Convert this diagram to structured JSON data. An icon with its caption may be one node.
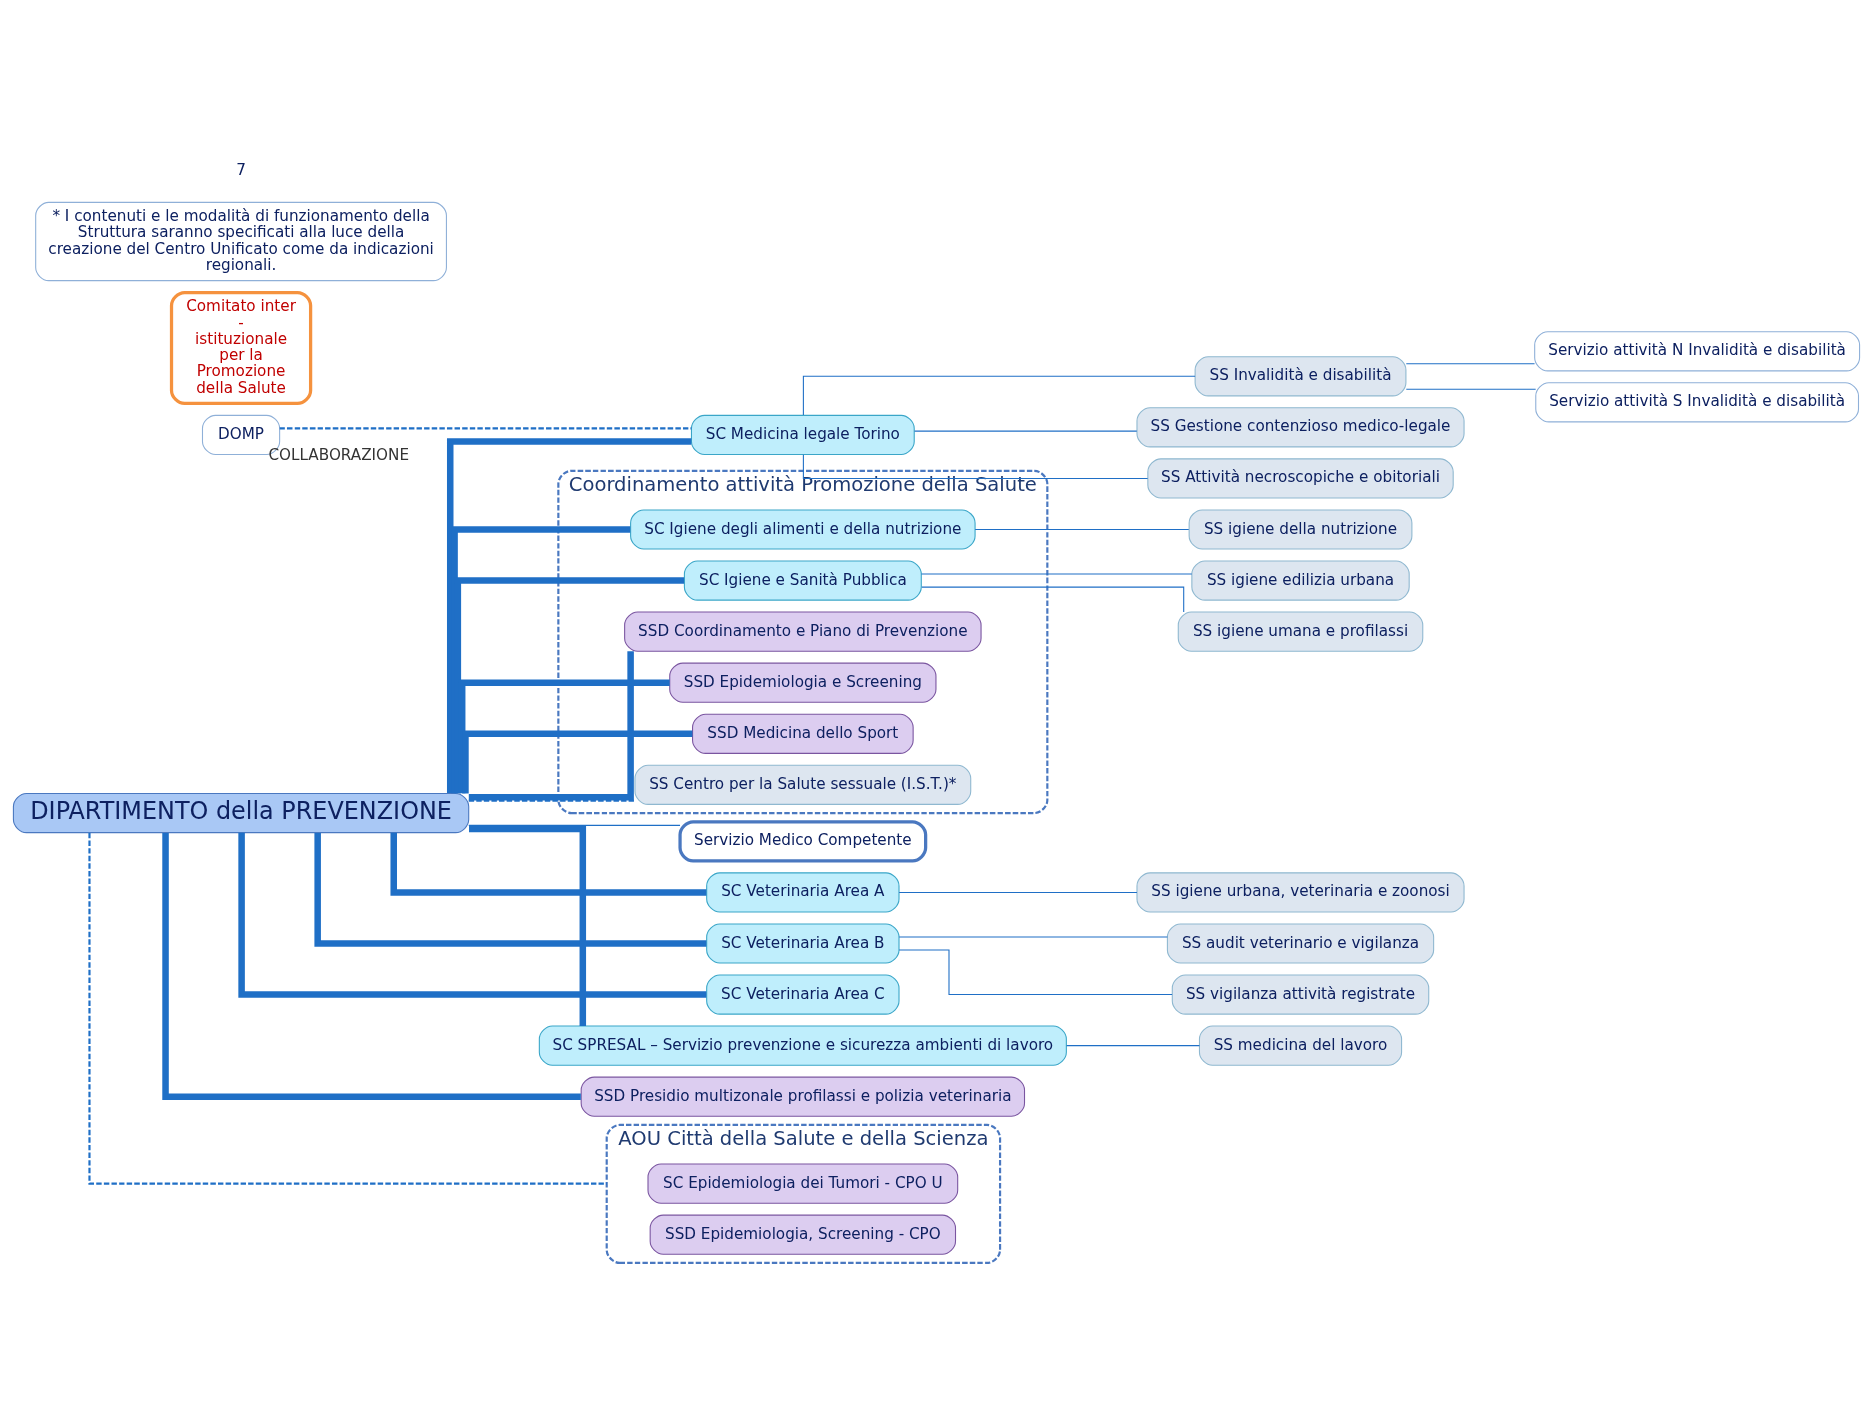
{
  "diagram": {
    "nodes": [
      {
        "text": [
          "DOMP"
        ]
      },
      {
        "text": [
          "DIPARTIMENTO della PREVENZIONE"
        ]
      },
      {
        "text": [
          "SC Medicina legale Torino"
        ]
      },
      {
        "text": [
          "SS Invalidità e disabilità"
        ]
      },
      {
        "text": [
          "SS Gestione contenzioso medico-legale"
        ]
      },
      {
        "text": [
          "SS Attività necroscopiche e obitoriali"
        ]
      },
      {
        "text": [
          "Servizio attività N Invalidità e disabilità"
        ]
      },
      {
        "text": [
          "Servizio attività S Invalidità e disabilità"
        ]
      },
      {
        "text": [
          "Coordinamento attività Promozione della Salute"
        ]
      },
      {
        "text": [
          "SC Igiene degli alimenti e della nutrizione"
        ],
        "in": 8
      },
      {
        "text": [
          "SC Igiene e Sanità Pubblica"
        ],
        "in": 8
      },
      {
        "text": [
          "SSD Coordinamento e Piano di Prevenzione"
        ],
        "in": 8
      },
      {
        "text": [
          "SSD Epidemiologia e Screening"
        ],
        "in": 8
      },
      {
        "text": [
          "SSD Medicina dello Sport"
        ],
        "in": 8
      },
      {
        "text": [
          "SS Centro per la Salute sessuale (I.S.T.)*"
        ],
        "in": 8
      },
      {
        "text": [
          "SS igiene della nutrizione"
        ]
      },
      {
        "text": [
          "SS igiene edilizia urbana"
        ]
      },
      {
        "text": [
          "SS igiene umana e profilassi"
        ]
      },
      {
        "text": [
          "Servizio Medico Competente"
        ]
      },
      {
        "text": [
          "Comitato inter - istituzionale per la Promozione della Salute"
        ]
      },
      {
        "text": [
          "SC Veterinaria Area A"
        ]
      },
      {
        "text": [
          "SC Veterinaria Area B"
        ]
      },
      {
        "text": [
          "SC Veterinaria Area C"
        ]
      },
      {
        "text": [
          "SC SPRESAL – Servizio prevenzione e sicurezza ambienti di lavoro"
        ]
      },
      {
        "text": [
          "SSD Presidio multizonale profilassi e polizia veterinaria"
        ]
      },
      {
        "text": [
          "SS igiene urbana, veterinaria e zoonosi"
        ]
      },
      {
        "text": [
          "SS audit veterinario e vigilanza"
        ]
      },
      {
        "text": [
          "SS vigilanza attività registrate"
        ]
      },
      {
        "text": [
          "SS medicina del lavoro"
        ]
      },
      {
        "text": [
          "AOU Città della Salute e della Scienza"
        ]
      },
      {
        "text": [
          "SC Epidemiologia dei Tumori - CPO U"
        ],
        "in": 29
      },
      {
        "text": [
          "SSD Epidemiologia, Screening - CPO"
        ],
        "in": 29
      },
      {
        "text": [
          "* I contenuti e le modalità di funzionamento della Struttura saranno specificati alla luce della creazione del Centro Unificato come da indicazioni regionali."
        ]
      }
    ],
    "edges": [
      {
        "from": 0,
        "to": 2,
        "arrow": "none",
        "style": "dashed",
        "label": "COLLABORAZIONE"
      },
      {
        "from": 1,
        "to": 29,
        "arrow": "none",
        "style": "dashed"
      },
      {
        "from": 1,
        "to": 2,
        "arrow": "none",
        "style": "thick"
      },
      {
        "from": 1,
        "to": 9,
        "arrow": "none",
        "style": "thick"
      },
      {
        "from": 1,
        "to": 10,
        "arrow": "none",
        "style": "thick"
      },
      {
        "from": 1,
        "to": 11,
        "arrow": "none",
        "style": "thick"
      },
      {
        "from": 1,
        "to": 12,
        "arrow": "none",
        "style": "thick"
      },
      {
        "from": 1,
        "to": 18,
        "arrow": "none"
      },
      {
        "from": 1,
        "to": 13,
        "arrow": "none",
        "style": "thick"
      },
      {
        "from": 1,
        "to": 14,
        "arrow": "none",
        "style": "dashed"
      },
      {
        "from": 1,
        "to": 20,
        "arrow": "none",
        "style": "thick"
      },
      {
        "from": 1,
        "to": 21,
        "arrow": "none",
        "style": "thick"
      },
      {
        "from": 1,
        "to": 22,
        "arrow": "none",
        "style": "thick"
      },
      {
        "from": 1,
        "to": 23,
        "arrow": "none",
        "style": "thick"
      },
      {
        "from": 1,
        "to": 24,
        "arrow": "none",
        "style": "thick"
      },
      {
        "from": 2,
        "to": 3,
        "arrow": "none"
      },
      {
        "from": 2,
        "to": 4,
        "arrow": "none"
      },
      {
        "from": 2,
        "to": 5,
        "arrow": "none"
      },
      {
        "from": 3,
        "to": 6,
        "arrow": "none"
      },
      {
        "from": 3,
        "to": 7,
        "arrow": "none"
      },
      {
        "from": 9,
        "to": 15,
        "arrow": "none"
      },
      {
        "from": 10,
        "to": 16,
        "arrow": "none"
      },
      {
        "from": 10,
        "to": 17,
        "arrow": "none"
      },
      {
        "from": 20,
        "to": 25,
        "arrow": "none"
      },
      {
        "from": 21,
        "to": 26,
        "arrow": "none"
      },
      {
        "from": 21,
        "to": 27,
        "arrow": "none"
      },
      {
        "from": 23,
        "to": 28,
        "arrow": "none"
      }
    ],
    "labels": [
      "7"
    ]
  }
}
